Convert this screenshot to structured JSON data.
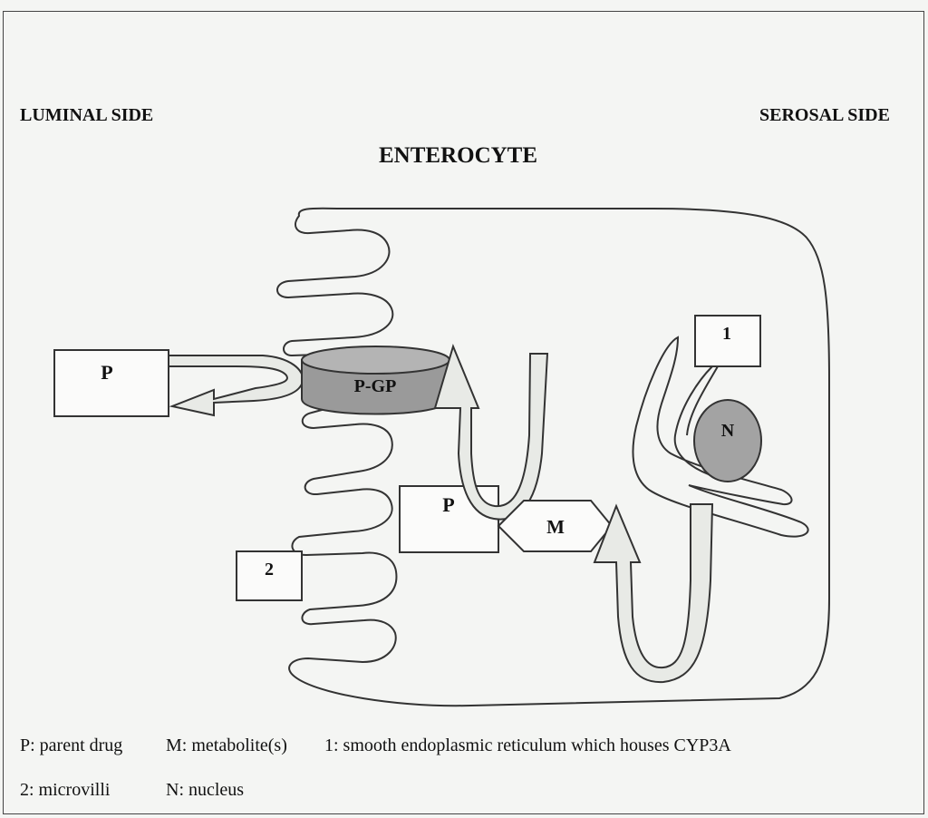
{
  "labels": {
    "luminal": "LUMINAL SIDE",
    "serosal": "SEROSAL SIDE",
    "title": "ENTEROCYTE"
  },
  "boxes": {
    "parent_outside": "P",
    "parent_inside": "P",
    "pgp": "P-GP",
    "metabolite": "M",
    "ser": "1",
    "microvilli": "2",
    "nucleus": "N"
  },
  "legend": {
    "row1": [
      "P: parent drug",
      "M: metabolite(s)",
      "1: smooth endoplasmic reticulum which houses CYP3A"
    ],
    "row2": [
      "2: microvilli",
      "N: nucleus"
    ]
  },
  "colors": {
    "background": "#f4f5f3",
    "outline": "#333333",
    "pgp_fill": "#9a9a9a",
    "nucleus_fill": "#a3a3a3",
    "arrow_fill": "#e8eae6"
  }
}
